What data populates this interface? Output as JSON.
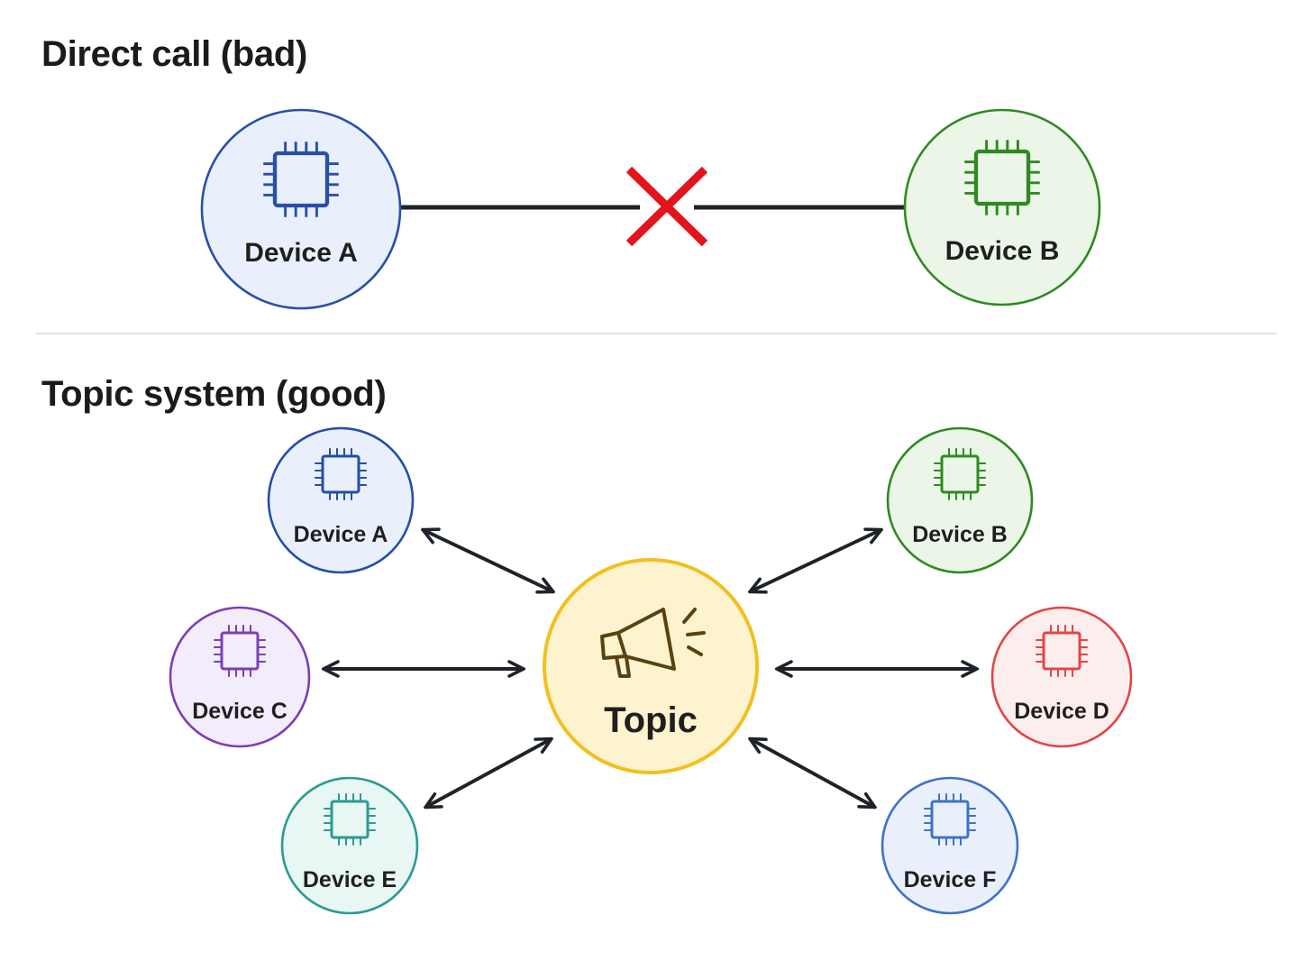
{
  "sections": {
    "top": {
      "title": "Direct call (bad)"
    },
    "bottom": {
      "title": "Topic system (good)"
    }
  },
  "direct_call": {
    "devices": [
      {
        "label": "Device A",
        "stroke": "#2a4fa8",
        "fill": "#eaf0fb",
        "icon": "chip-icon"
      },
      {
        "label": "Device B",
        "stroke": "#2f8a22",
        "fill": "#ecf6e8",
        "icon": "chip-icon"
      }
    ],
    "blocked_marker": {
      "icon": "cross-icon",
      "color": "#e3141c"
    }
  },
  "topic_system": {
    "hub": {
      "label": "Topic",
      "stroke": "#f1c020",
      "fill": "#fdf3cf",
      "icon": "megaphone-icon",
      "icon_color": "#5a4210"
    },
    "devices": [
      {
        "label": "Device A",
        "stroke": "#234fa8",
        "fill": "#eaf0fb",
        "icon": "chip-icon"
      },
      {
        "label": "Device B",
        "stroke": "#2f8a22",
        "fill": "#ecf6e8",
        "icon": "chip-icon"
      },
      {
        "label": "Device C",
        "stroke": "#7a3fb8",
        "fill": "#f3ecfa",
        "icon": "chip-icon"
      },
      {
        "label": "Device D",
        "stroke": "#e34545",
        "fill": "#fdeeee",
        "icon": "chip-icon"
      },
      {
        "label": "Device E",
        "stroke": "#2a9b92",
        "fill": "#e8f6f4",
        "icon": "chip-icon"
      },
      {
        "label": "Device F",
        "stroke": "#3f72c8",
        "fill": "#eaf0fb",
        "icon": "chip-icon"
      }
    ],
    "arrow_color": "#1e2329"
  }
}
